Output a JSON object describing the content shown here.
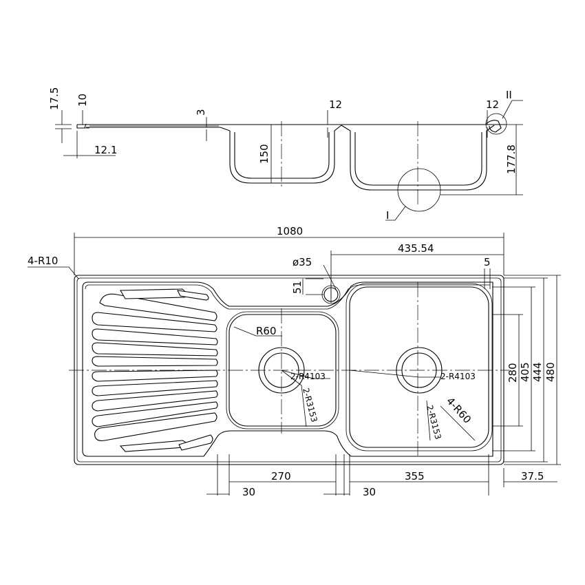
{
  "section_view": {
    "dims": {
      "rim_height": "17.5",
      "lip": "10",
      "drainer_depth": "3",
      "rim_left": "12",
      "rim_right": "12",
      "edge_offset": "12.1",
      "bowl1_depth": "150",
      "bowl2_depth": "177.8"
    },
    "detail_labels": {
      "detail_1": "I",
      "detail_2": "II"
    }
  },
  "plan_view": {
    "dims": {
      "overall_length": "1080",
      "corner_radius": "4-R10",
      "tap_hole": "ø35",
      "tap_offset_v": "51",
      "tap_offset_h": "435.54",
      "edge_gap": "5",
      "bowl_corner_radius": "R60",
      "drain_radius_1": "2-R4103",
      "drain_radius_2": "2-R3153",
      "drain_radius_3": "2-R4103",
      "drain_radius_4": "2-R3153",
      "big_bowl_radius": "4-R60",
      "bowl_height": "280",
      "bowl_outer_height": "405",
      "inner_height": "444",
      "overall_width": "480",
      "bowl1_width": "270",
      "bowl1_gap": "30",
      "bowl2_width": "355",
      "bowl2_gap": "30",
      "right_edge": "37.5"
    }
  }
}
